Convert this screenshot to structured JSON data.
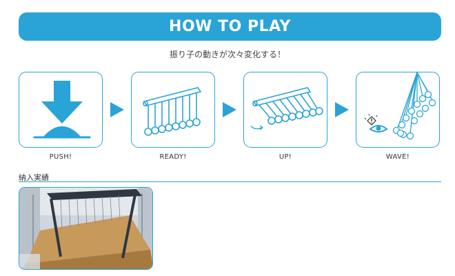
{
  "header": {
    "title": "HOW TO PLAY"
  },
  "subtitle": "振り子の動きが次々変化する！",
  "steps": [
    {
      "label": "PUSH!",
      "icon": "push-down-icon"
    },
    {
      "label": "READY!",
      "icon": "pendulum-row-icon"
    },
    {
      "label": "UP!",
      "icon": "pendulum-lift-icon"
    },
    {
      "label": "WAVE!",
      "icon": "pendulum-wave-icon"
    }
  ],
  "section": {
    "title": "納入実績"
  },
  "colors": {
    "accent": "#2aa3d6",
    "text": "#333333",
    "white": "#ffffff"
  }
}
